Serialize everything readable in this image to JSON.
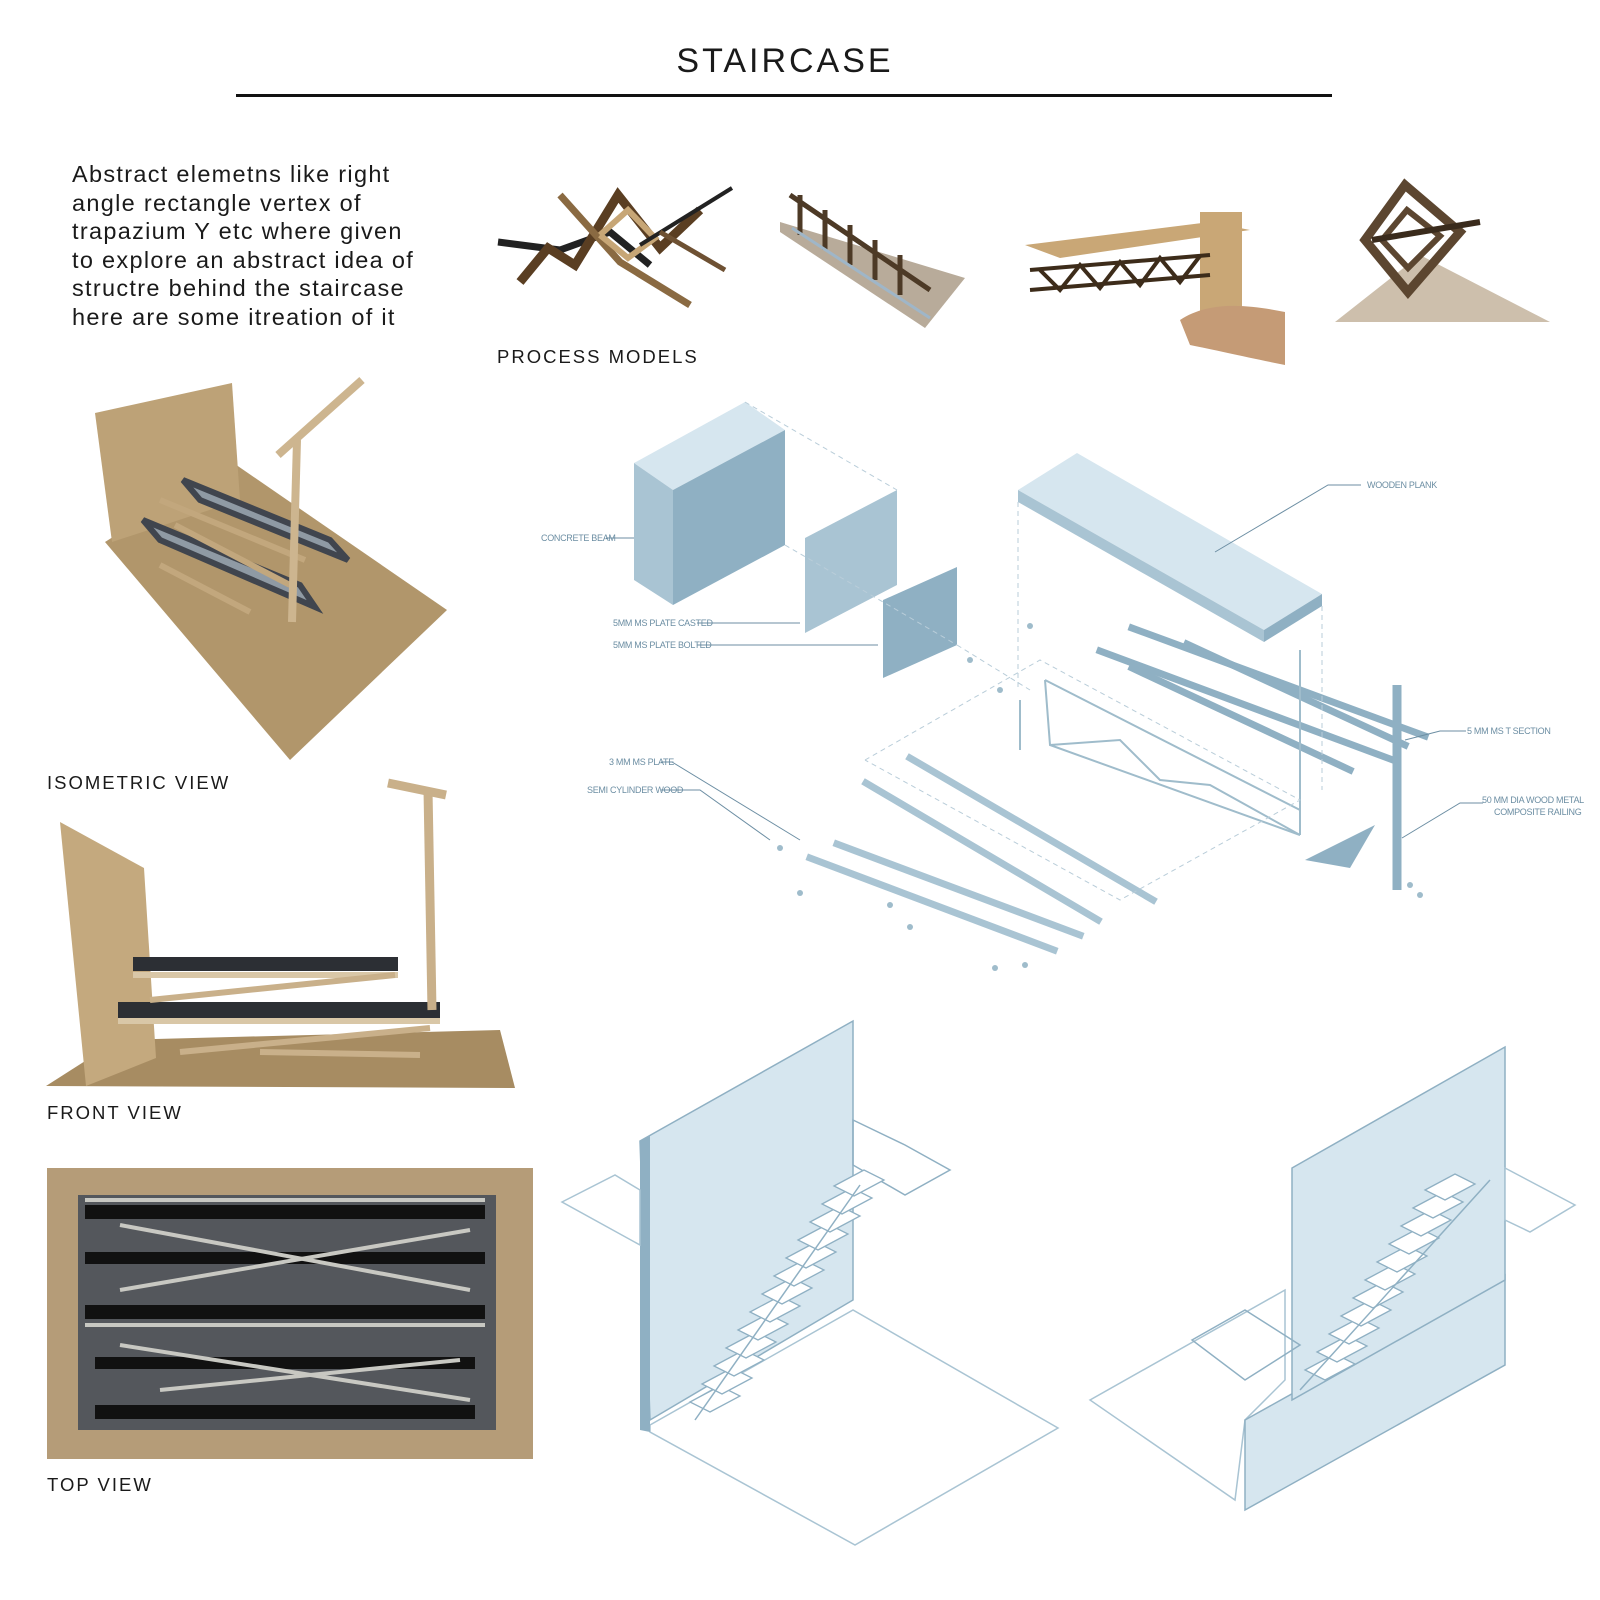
{
  "title": "STAIRCASE",
  "intro": "Abstract elemetns like right\nangle rectangle vertex of\ntrapazium Y etc where given\nto explore an abstract idea of\nstructre behind the staircase\nhere are some itreation of it",
  "labels": {
    "process_models": "PROCESS MODELS",
    "isometric_view": "ISOMETRIC VIEW",
    "front_view": "FRONT VIEW",
    "top_view": "TOP VIEW"
  },
  "annotations": {
    "concrete_beam": "CONCRETE BEAM",
    "plate_casted": "5MM MS PLATE CASTED",
    "plate_bolted": "5MM MS PLATE BOLTED",
    "wooden_plank": "WOODEN PLANK",
    "t_section": "5 MM MS T SECTION",
    "ms_plate": "3 MM MS PLATE",
    "semi_cylinder": "SEMI CYLINDER WOOD",
    "railing_1": "50 MM DIA WOOD METAL",
    "railing_2": "COMPOSITE RAILING"
  },
  "colors": {
    "diagram_fill": "#a9c4d3",
    "diagram_dark": "#8fb0c3",
    "diagram_light": "#d6e6ef",
    "cardboard": "#b89a6a",
    "metal": "#2a2d33"
  }
}
